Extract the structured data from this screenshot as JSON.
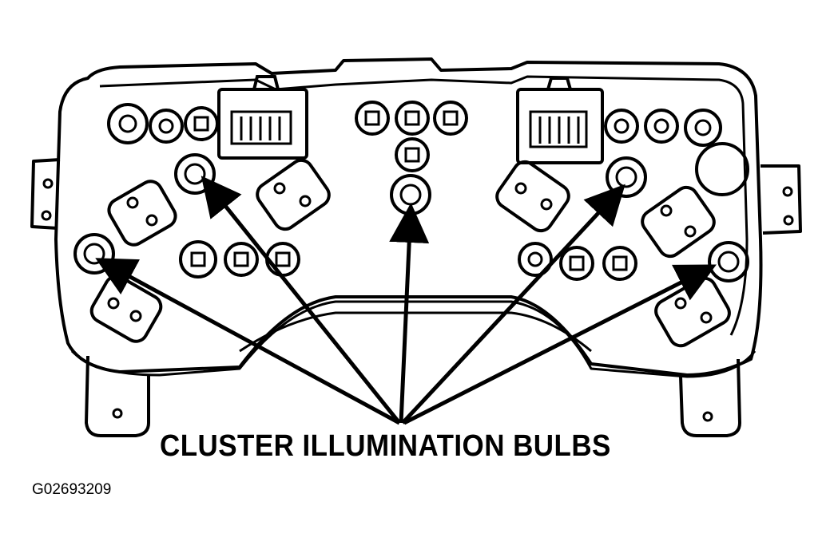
{
  "diagram": {
    "caption": "CLUSTER ILLUMINATION BULBS",
    "figure_id": "G02693209",
    "line_color": "#000000",
    "background": "#ffffff",
    "callout_count": 5
  }
}
